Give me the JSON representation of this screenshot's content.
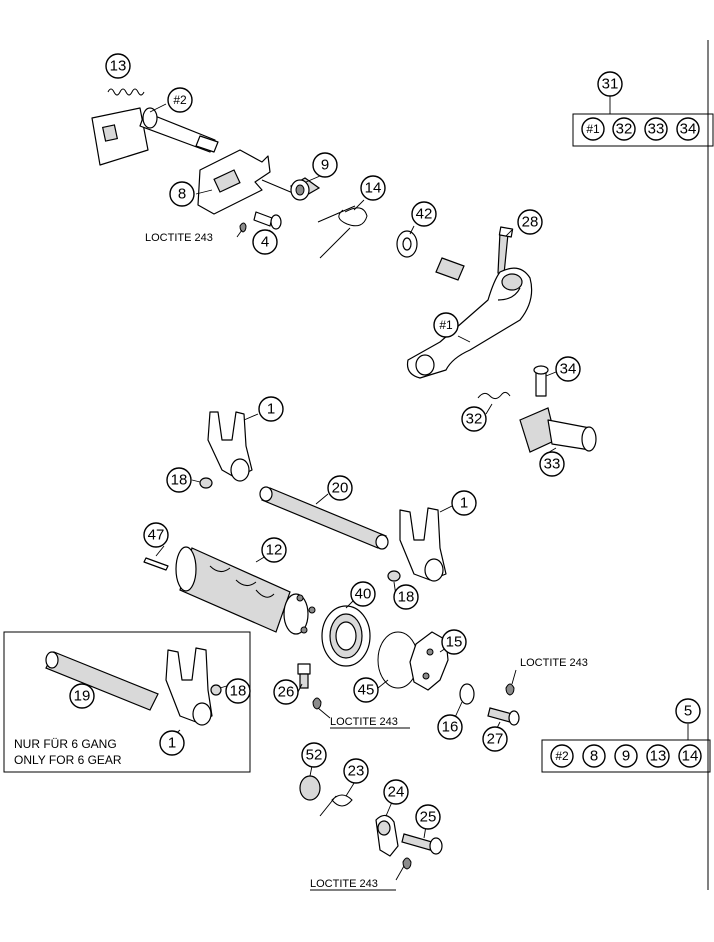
{
  "callouts": [
    {
      "label": "13"
    },
    {
      "label": "#2"
    },
    {
      "label": "9"
    },
    {
      "label": "8"
    },
    {
      "label": "14"
    },
    {
      "label": "42"
    },
    {
      "label": "4"
    },
    {
      "label": "28"
    },
    {
      "label": "#1"
    },
    {
      "label": "34"
    },
    {
      "label": "32"
    },
    {
      "label": "33"
    },
    {
      "label": "1"
    },
    {
      "label": "18"
    },
    {
      "label": "20"
    },
    {
      "label": "1"
    },
    {
      "label": "47"
    },
    {
      "label": "12"
    },
    {
      "label": "40"
    },
    {
      "label": "18"
    },
    {
      "label": "15"
    },
    {
      "label": "19"
    },
    {
      "label": "18"
    },
    {
      "label": "1"
    },
    {
      "label": "26"
    },
    {
      "label": "45"
    },
    {
      "label": "16"
    },
    {
      "label": "27"
    },
    {
      "label": "52"
    },
    {
      "label": "23"
    },
    {
      "label": "24"
    },
    {
      "label": "25"
    }
  ],
  "kit_top": {
    "label": "31",
    "items": [
      "#1",
      "32",
      "33",
      "34"
    ]
  },
  "kit_bottom": {
    "label": "5",
    "items": [
      "#2",
      "8",
      "9",
      "13",
      "14"
    ]
  },
  "notes": {
    "loctite_1": "LOCTITE 243",
    "loctite_2": "LOCTITE 243",
    "loctite_3": "LOCTITE 243",
    "loctite_4": "LOCTITE 243"
  },
  "inset": {
    "line1": "NUR FÜR 6 GANG",
    "line2": "ONLY FOR 6 GEAR"
  }
}
